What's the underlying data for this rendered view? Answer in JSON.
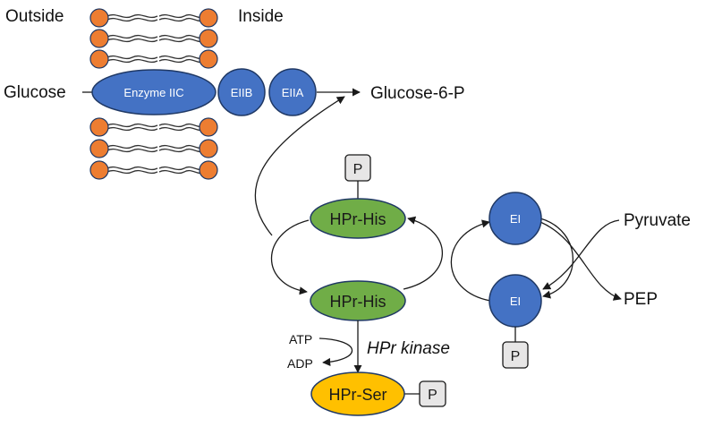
{
  "labels": {
    "outside": "Outside",
    "inside": "Inside",
    "glucose": "Glucose",
    "glucose6p": "Glucose-6-P",
    "pyruvate": "Pyruvate",
    "pep": "PEP",
    "atp": "ATP",
    "adp": "ADP",
    "hpr_kinase": "HPr kinase"
  },
  "proteins": {
    "enzyme_iic": "Enzyme IIC",
    "eiib": "EIIB",
    "eiia": "EIIA",
    "hpr_his_top": "HPr-His",
    "hpr_his_bottom": "HPr-His",
    "hpr_ser": "HPr-Ser",
    "ei_top": "EI",
    "ei_bottom": "EI"
  },
  "phosphate_tags": {
    "hpr_his": "P",
    "ei": "P",
    "hpr_ser": "P"
  },
  "colors": {
    "membrane_head": "#ed7d31",
    "enzyme_blue": "#4472c4",
    "hpr_green": "#70ad47",
    "hpr_ser_yellow": "#ffc000",
    "outline_dark": "#1f3864",
    "p_box_fill": "#e7e6e6"
  }
}
